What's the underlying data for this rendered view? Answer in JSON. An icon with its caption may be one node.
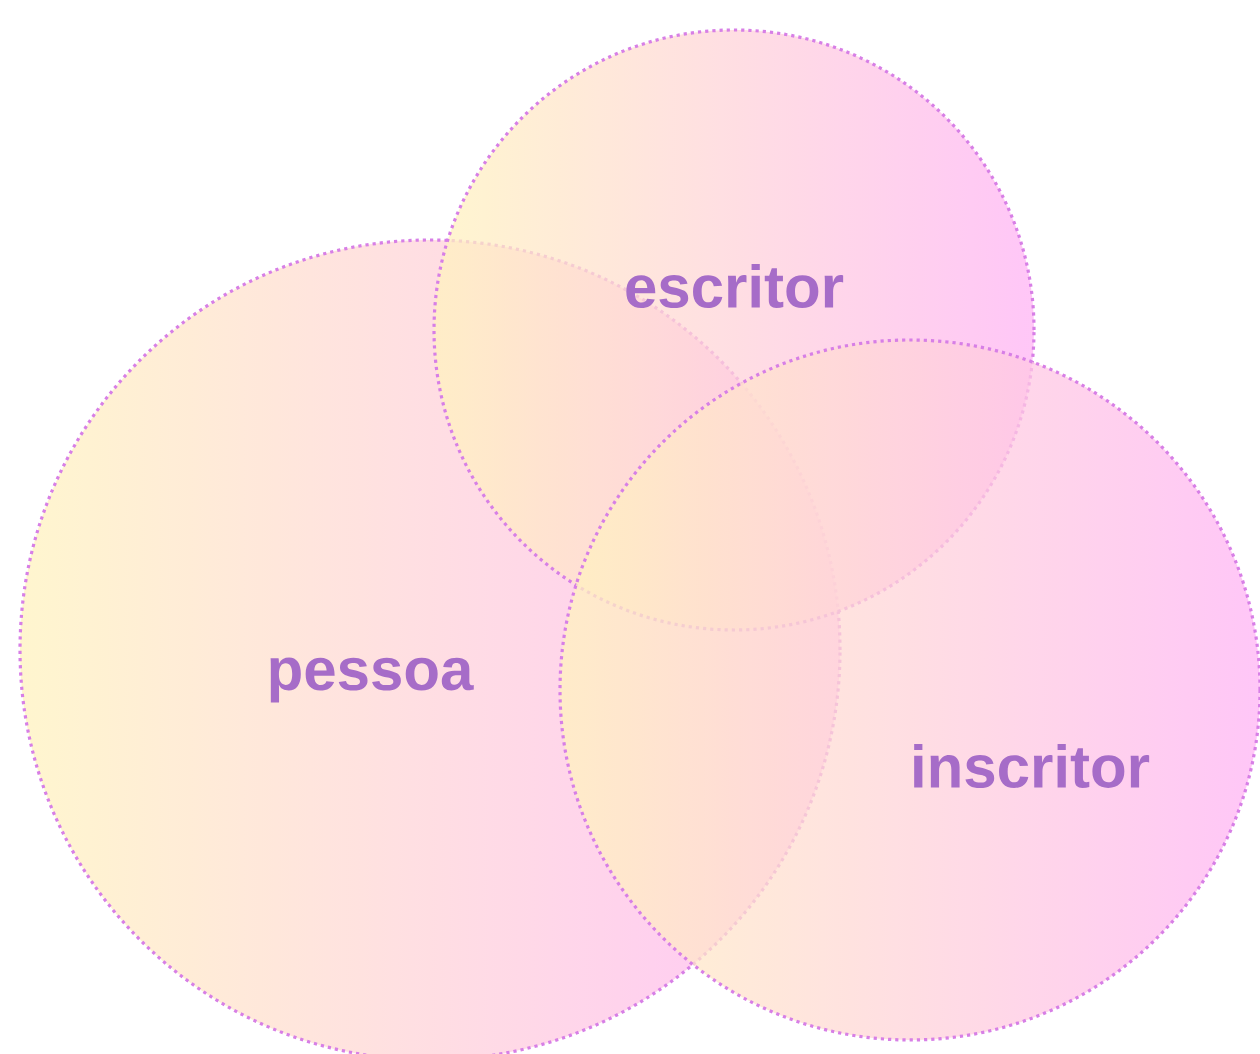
{
  "diagram": {
    "nodes": [
      {
        "text": [
          "escritor"
        ]
      },
      {
        "text": [
          "pessoa"
        ]
      },
      {
        "text": [
          "inscritor"
        ]
      }
    ]
  }
}
